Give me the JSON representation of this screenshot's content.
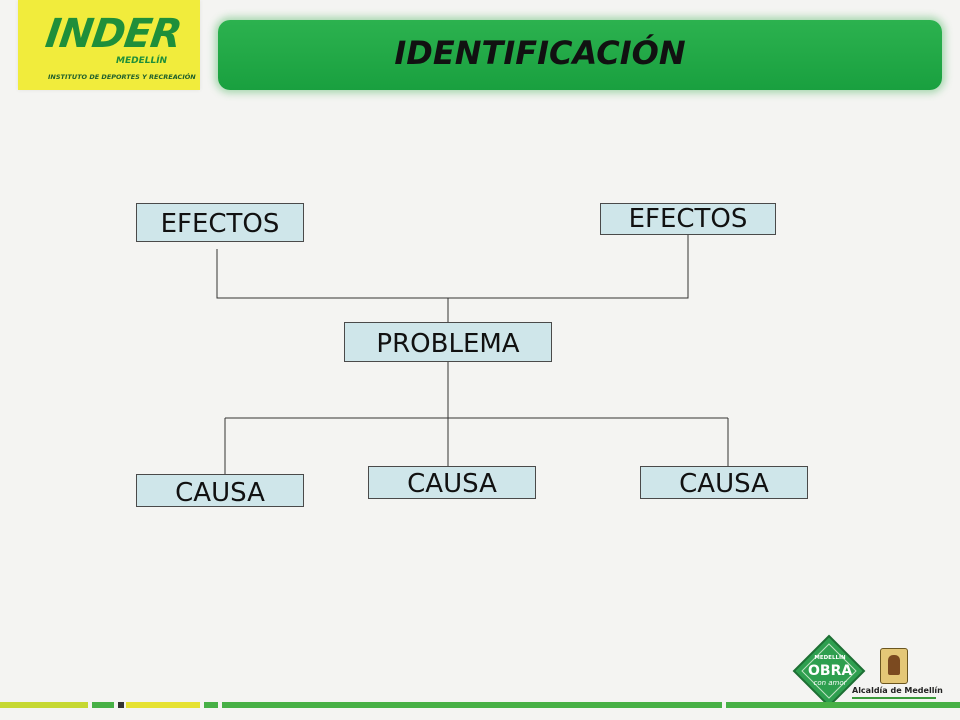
{
  "header": {
    "logo_brand": "INDER",
    "logo_sub": "MEDELLÍN",
    "logo_tagline": "INSTITUTO DE DEPORTES Y RECREACIÓN",
    "title": "IDENTIFICACIÓN"
  },
  "diagram": {
    "effects": [
      {
        "label": "EFECTOS"
      },
      {
        "label": "EFECTOS"
      }
    ],
    "problem": {
      "label": "PROBLEMA"
    },
    "causes": [
      {
        "label": "CAUSA"
      },
      {
        "label": "CAUSA"
      },
      {
        "label": "CAUSA"
      }
    ]
  },
  "footer": {
    "badge_top": "MEDELLÍN",
    "badge_main": "OBRA",
    "badge_bottom": "con amor",
    "municipality": "Alcaldía de Medellín"
  },
  "colors": {
    "banner_green": "#1fa845",
    "logo_yellow": "#f1ec3c",
    "node_fill": "#cfe6ea",
    "footer_green": "#47b046",
    "footer_yellow": "#c6d832"
  },
  "icons": [
    "inder-logo",
    "obra-con-amor-badge-icon",
    "city-seal-icon"
  ]
}
